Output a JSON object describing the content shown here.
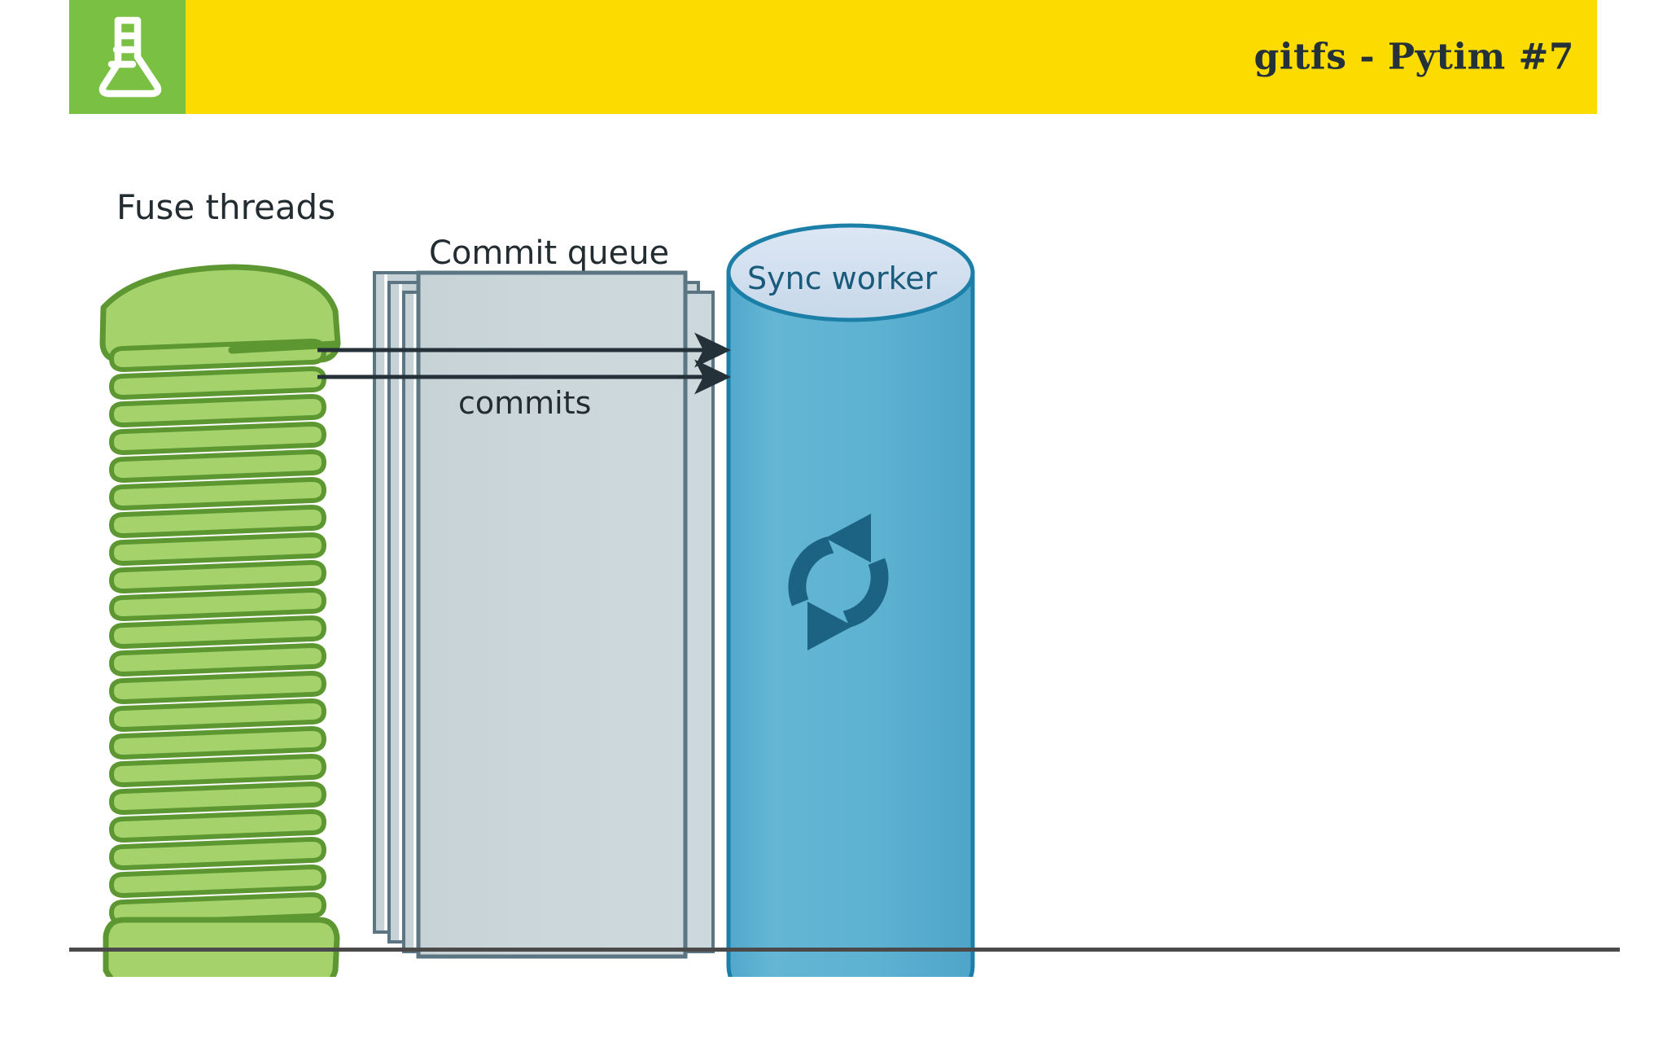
{
  "header": {
    "logo_icon": "flask-icon",
    "title": "gitfs - Pytim #7",
    "logo_bg_color": "#7ac143",
    "bar_bg_color": "#fcdb00",
    "title_color": "#243138"
  },
  "diagram": {
    "type": "architecture-flow",
    "labels": {
      "fuse_threads": "Fuse threads",
      "commit_queue": "Commit queue",
      "commits": "commits",
      "sync_worker": "Sync worker"
    },
    "nodes": [
      {
        "name": "fuse-threads-spool",
        "label": "Fuse threads",
        "shape": "thread-spool",
        "fill": "#a5d26b",
        "stroke": "#5d9732",
        "coil_count": 22
      },
      {
        "name": "commit-queue-stack",
        "label": "Commit queue",
        "shape": "stacked-pages",
        "fill": "#ccd6d9",
        "stroke": "#5b7682",
        "page_count": 4
      },
      {
        "name": "sync-worker-cylinder",
        "label": "Sync worker",
        "shape": "cylinder",
        "body_fill": "#5cb0d0",
        "top_fill": "#d3e0f0",
        "stroke": "#1b7fa8",
        "icon": "sync-icon",
        "icon_color": "#1c6383"
      }
    ],
    "edges": [
      {
        "name": "arrow-threads-to-worker-1",
        "from": "fuse-threads-spool",
        "to": "sync-worker-cylinder",
        "style": "arrow",
        "color": "#243138"
      },
      {
        "name": "arrow-threads-to-worker-2",
        "from": "fuse-threads-spool",
        "to": "sync-worker-cylinder",
        "style": "arrow",
        "color": "#243138"
      }
    ],
    "footer_rule_color": "#4a4a4a"
  }
}
